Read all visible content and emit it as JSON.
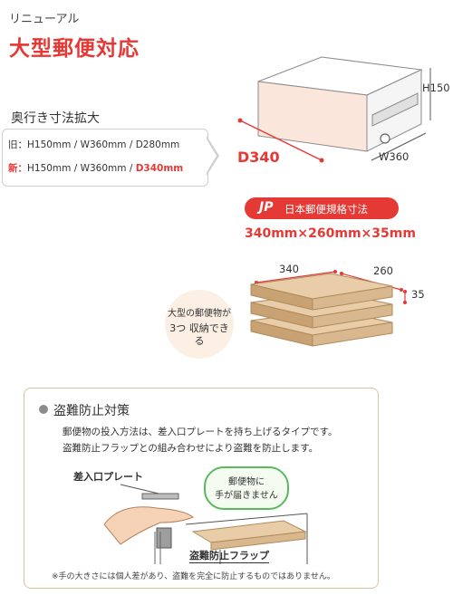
{
  "header": {
    "renewal": "リニューアル",
    "headline": "大型郵便対応"
  },
  "depth": {
    "title": "奥行き寸法拡大",
    "old_label": "旧：",
    "old_specs": "H150mm / W360mm / D280mm",
    "new_label": "新：",
    "new_specs_prefix": "H150mm / W360mm / ",
    "new_specs_highlight": "D340mm"
  },
  "product": {
    "h_label": "H150",
    "w_label": "W360",
    "d_label": "D340"
  },
  "jp_standard": {
    "badge": "JP",
    "title": "日本郵便規格寸法",
    "size": "340mm×260mm×35mm"
  },
  "stack": {
    "dim_length": "340",
    "dim_width": "260",
    "dim_height": "35",
    "bubble_line1": "大型の郵便物が",
    "bubble_line2": "3つ 収納できる"
  },
  "theft": {
    "title": "盗難防止対策",
    "desc_line1": "郵便物の投入方法は、差入口プレートを持ち上げるタイプです。",
    "desc_line2": "盗難防止フラップとの組み合わせにより盗難を防止します。",
    "plate_label": "差入口プレート",
    "flap_label": "盗難防止フラップ",
    "bubble_line1": "郵便物に",
    "bubble_line2": "手が届きません",
    "footnote": "※手の大きさには個人差があり、盗難を完全に防止するものではありません。"
  },
  "colors": {
    "accent_red": "#e53935",
    "cardboard": "#d9b88f",
    "panel_border": "#d9c49a",
    "bubble_green": "#5cb85c"
  }
}
